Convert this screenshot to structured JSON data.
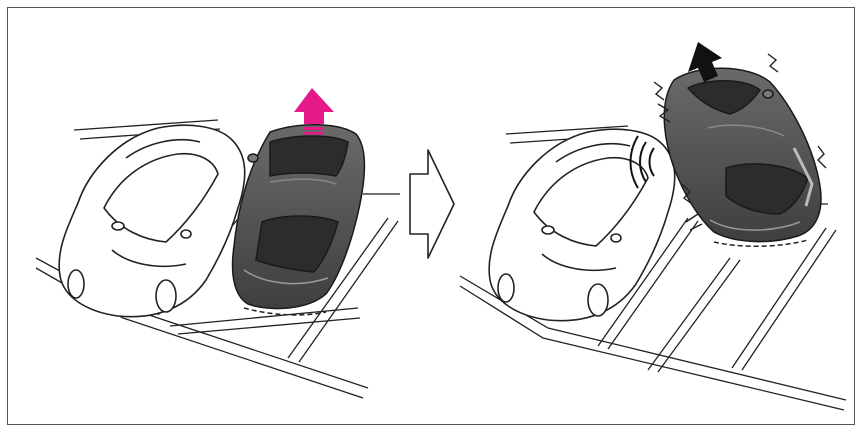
{
  "colors": {
    "frame_border": "#555555",
    "line": "#222222",
    "white_car_fill": "#ffffff",
    "dark_car_fill": "#5a5a5a",
    "dark_car_shade": "#3e3e3e",
    "dark_car_glass": "#2c2c2c",
    "accent_arrow": "#e5198a",
    "next_arrow_fill": "#ffffff",
    "warning_arrow": "#111111"
  },
  "icons": {
    "forward_arrow": "magenta-up-arrow-icon",
    "sequence_arrow": "right-arrow-icon",
    "reverse_arrow": "black-up-arrow-icon",
    "sound": "sound-wave-icon",
    "impact": "impact-spark-icon"
  },
  "scenes": [
    {
      "scene": "before",
      "stationary_car": "white-car",
      "moving_car": "dark-car",
      "motion": "pulling-out"
    },
    {
      "scene": "after",
      "stationary_car": "white-car",
      "moving_car": "dark-car",
      "motion": "contact-with-adjacent-car"
    }
  ]
}
